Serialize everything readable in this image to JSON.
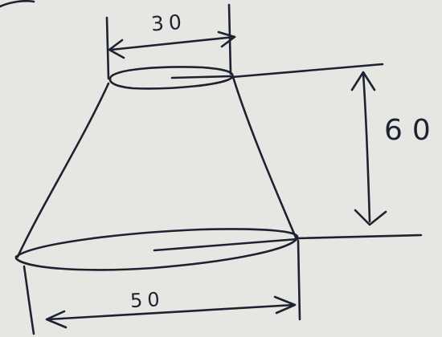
{
  "diagram": {
    "shape": "frustum",
    "dimensions": {
      "top_diameter": "30",
      "height": "60",
      "bottom_diameter": "50"
    }
  },
  "colors": {
    "paper": "#e6e6e2",
    "ink": "#1d2230"
  }
}
